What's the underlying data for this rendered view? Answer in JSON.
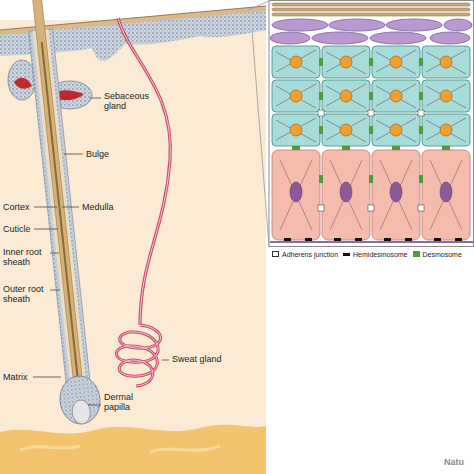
{
  "diagram": {
    "labels": [
      "Sebaceous gland",
      "Bulge",
      "Cortex",
      "Medulla",
      "Cuticle",
      "Inner root sheath",
      "Outer root sheath",
      "Sweat gland",
      "Matrix",
      "Dermal papilla",
      "Natu"
    ],
    "legend": [
      {
        "text": "Adherens junction"
      },
      {
        "text": "Hemidesmosome",
        "color": "#111111"
      },
      {
        "text": "Desmosome",
        "color": "#4f9a3a"
      }
    ]
  }
}
